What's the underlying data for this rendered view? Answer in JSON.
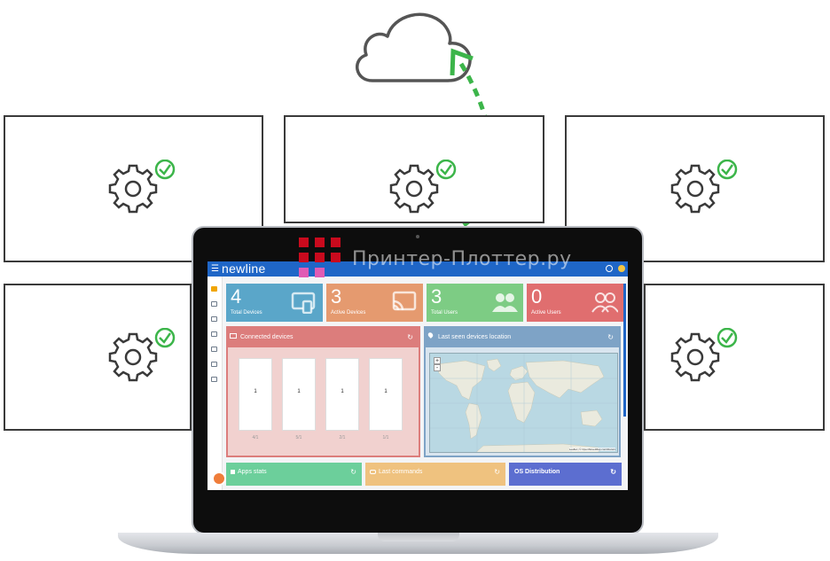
{
  "header": {
    "brand": "newline",
    "menu_icon": "hamburger-icon"
  },
  "stats": [
    {
      "value": "4",
      "label": "Total Devices",
      "color": "#5aa6c9",
      "icon": "devices-icon"
    },
    {
      "value": "3",
      "label": "Active Devices",
      "color": "#e59a6f",
      "icon": "cast-icon"
    },
    {
      "value": "3",
      "label": "Total Users",
      "color": "#7dcc84",
      "icon": "users-icon"
    },
    {
      "value": "0",
      "label": "Active Users",
      "color": "#e06e6f",
      "icon": "users-outline-icon"
    }
  ],
  "connected_devices": {
    "title": "Connected devices",
    "color": "#dc7d7c",
    "body_color": "#f1d1cf",
    "devices": [
      {
        "value": "1",
        "caption": "4/1"
      },
      {
        "value": "1",
        "caption": "5/1"
      },
      {
        "value": "1",
        "caption": "2/1"
      },
      {
        "value": "1",
        "caption": "1/1"
      }
    ]
  },
  "map_card": {
    "title": "Last seen devices location",
    "color": "#7ea3c6",
    "zoom_in": "+",
    "zoom_out": "-",
    "attribution": "Leaflet | © OpenStreetMap contributors"
  },
  "bottom_cards": [
    {
      "title": "Apps stats",
      "color": "#6ccf9b"
    },
    {
      "title": "Last commands",
      "color": "#efc27f"
    },
    {
      "title": "OS Distribution",
      "color": "#5c6ed0"
    }
  ],
  "watermark": "Принтер-Плоттер.ру",
  "colors": {
    "accent_blue": "#1f66c7",
    "check_green": "#3cb54a",
    "cloud_stroke": "#555555",
    "dash_green": "#3cb54a"
  }
}
